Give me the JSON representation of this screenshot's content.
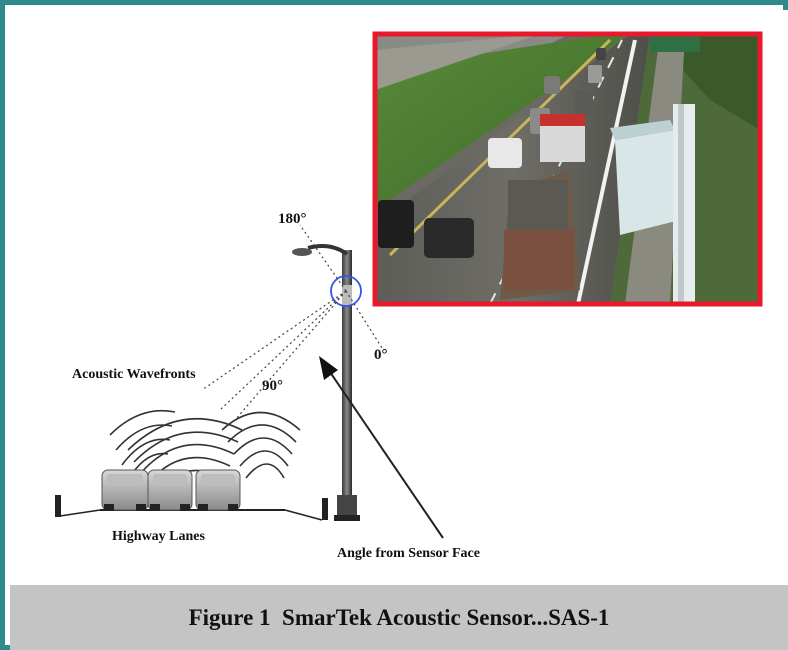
{
  "caption": "Figure 1  SmarTek Acoustic Sensor...SAS-1",
  "diagram": {
    "labels": {
      "angle_180": "180°",
      "angle_0": "0°",
      "angle_90": "90°",
      "acoustic_wavefronts": "Acoustic Wavefronts",
      "highway_lanes": "Highway Lanes",
      "angle_from_sensor_face": "Angle from Sensor Face"
    }
  },
  "photo": {
    "border_color": "#e8192c"
  },
  "colors": {
    "frame": "#2e8b8b",
    "caption_bg": "#c4c4c4",
    "sensor_circle": "#3355ee"
  }
}
